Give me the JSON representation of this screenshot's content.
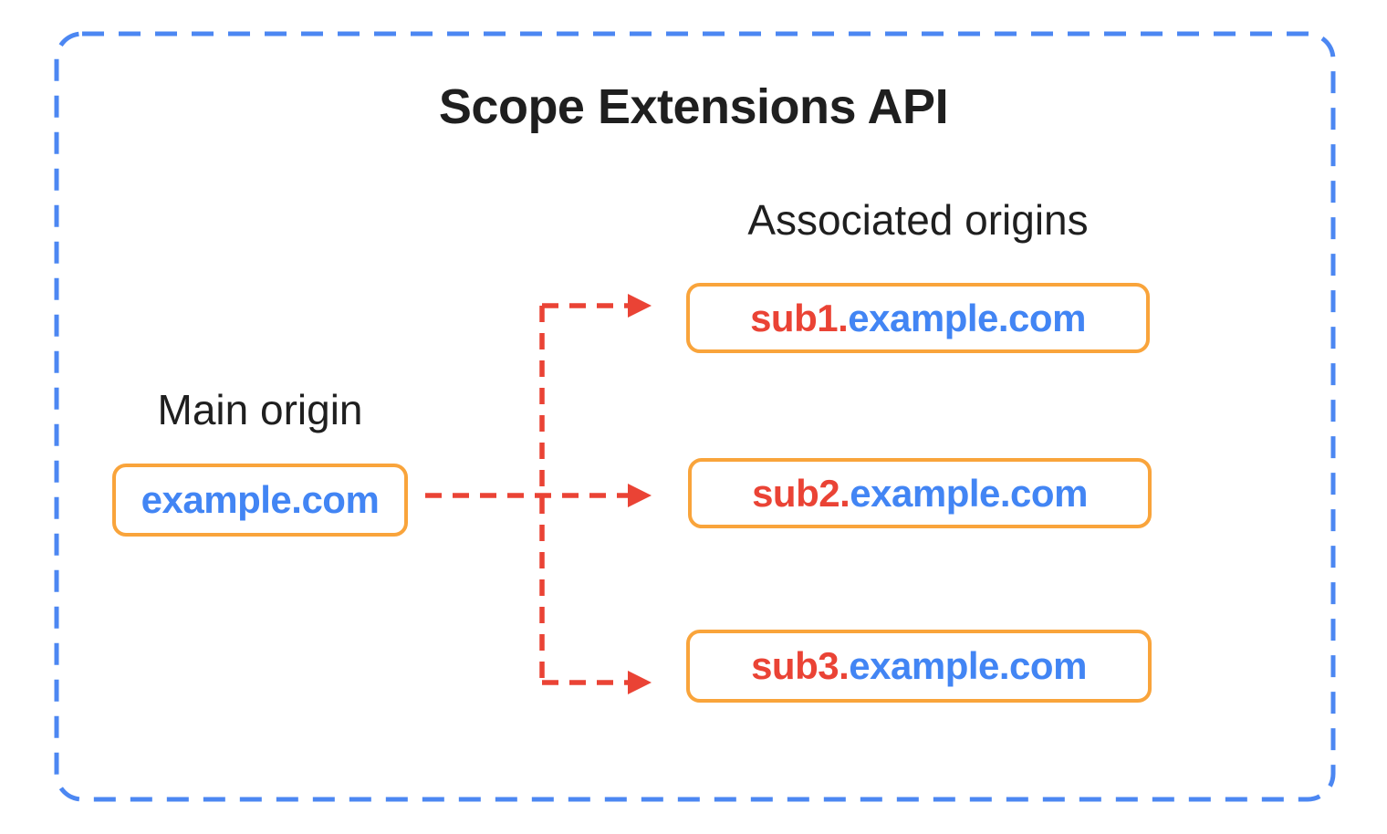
{
  "diagram": {
    "title": "Scope Extensions API",
    "main_origin": {
      "label": "Main origin",
      "domain": "example.com"
    },
    "associated_origins": {
      "label": "Associated origins",
      "items": [
        {
          "prefix": "sub1.",
          "suffix": "example.com"
        },
        {
          "prefix": "sub2.",
          "suffix": "example.com"
        },
        {
          "prefix": "sub3.",
          "suffix": "example.com"
        }
      ]
    },
    "colors": {
      "border_blue": "#4C87F2",
      "box_orange": "#F9A43B",
      "arrow_red": "#EA4335",
      "domain_blue": "#4285F4",
      "domain_red": "#EA4335",
      "text_black": "#1F1F1F"
    }
  }
}
